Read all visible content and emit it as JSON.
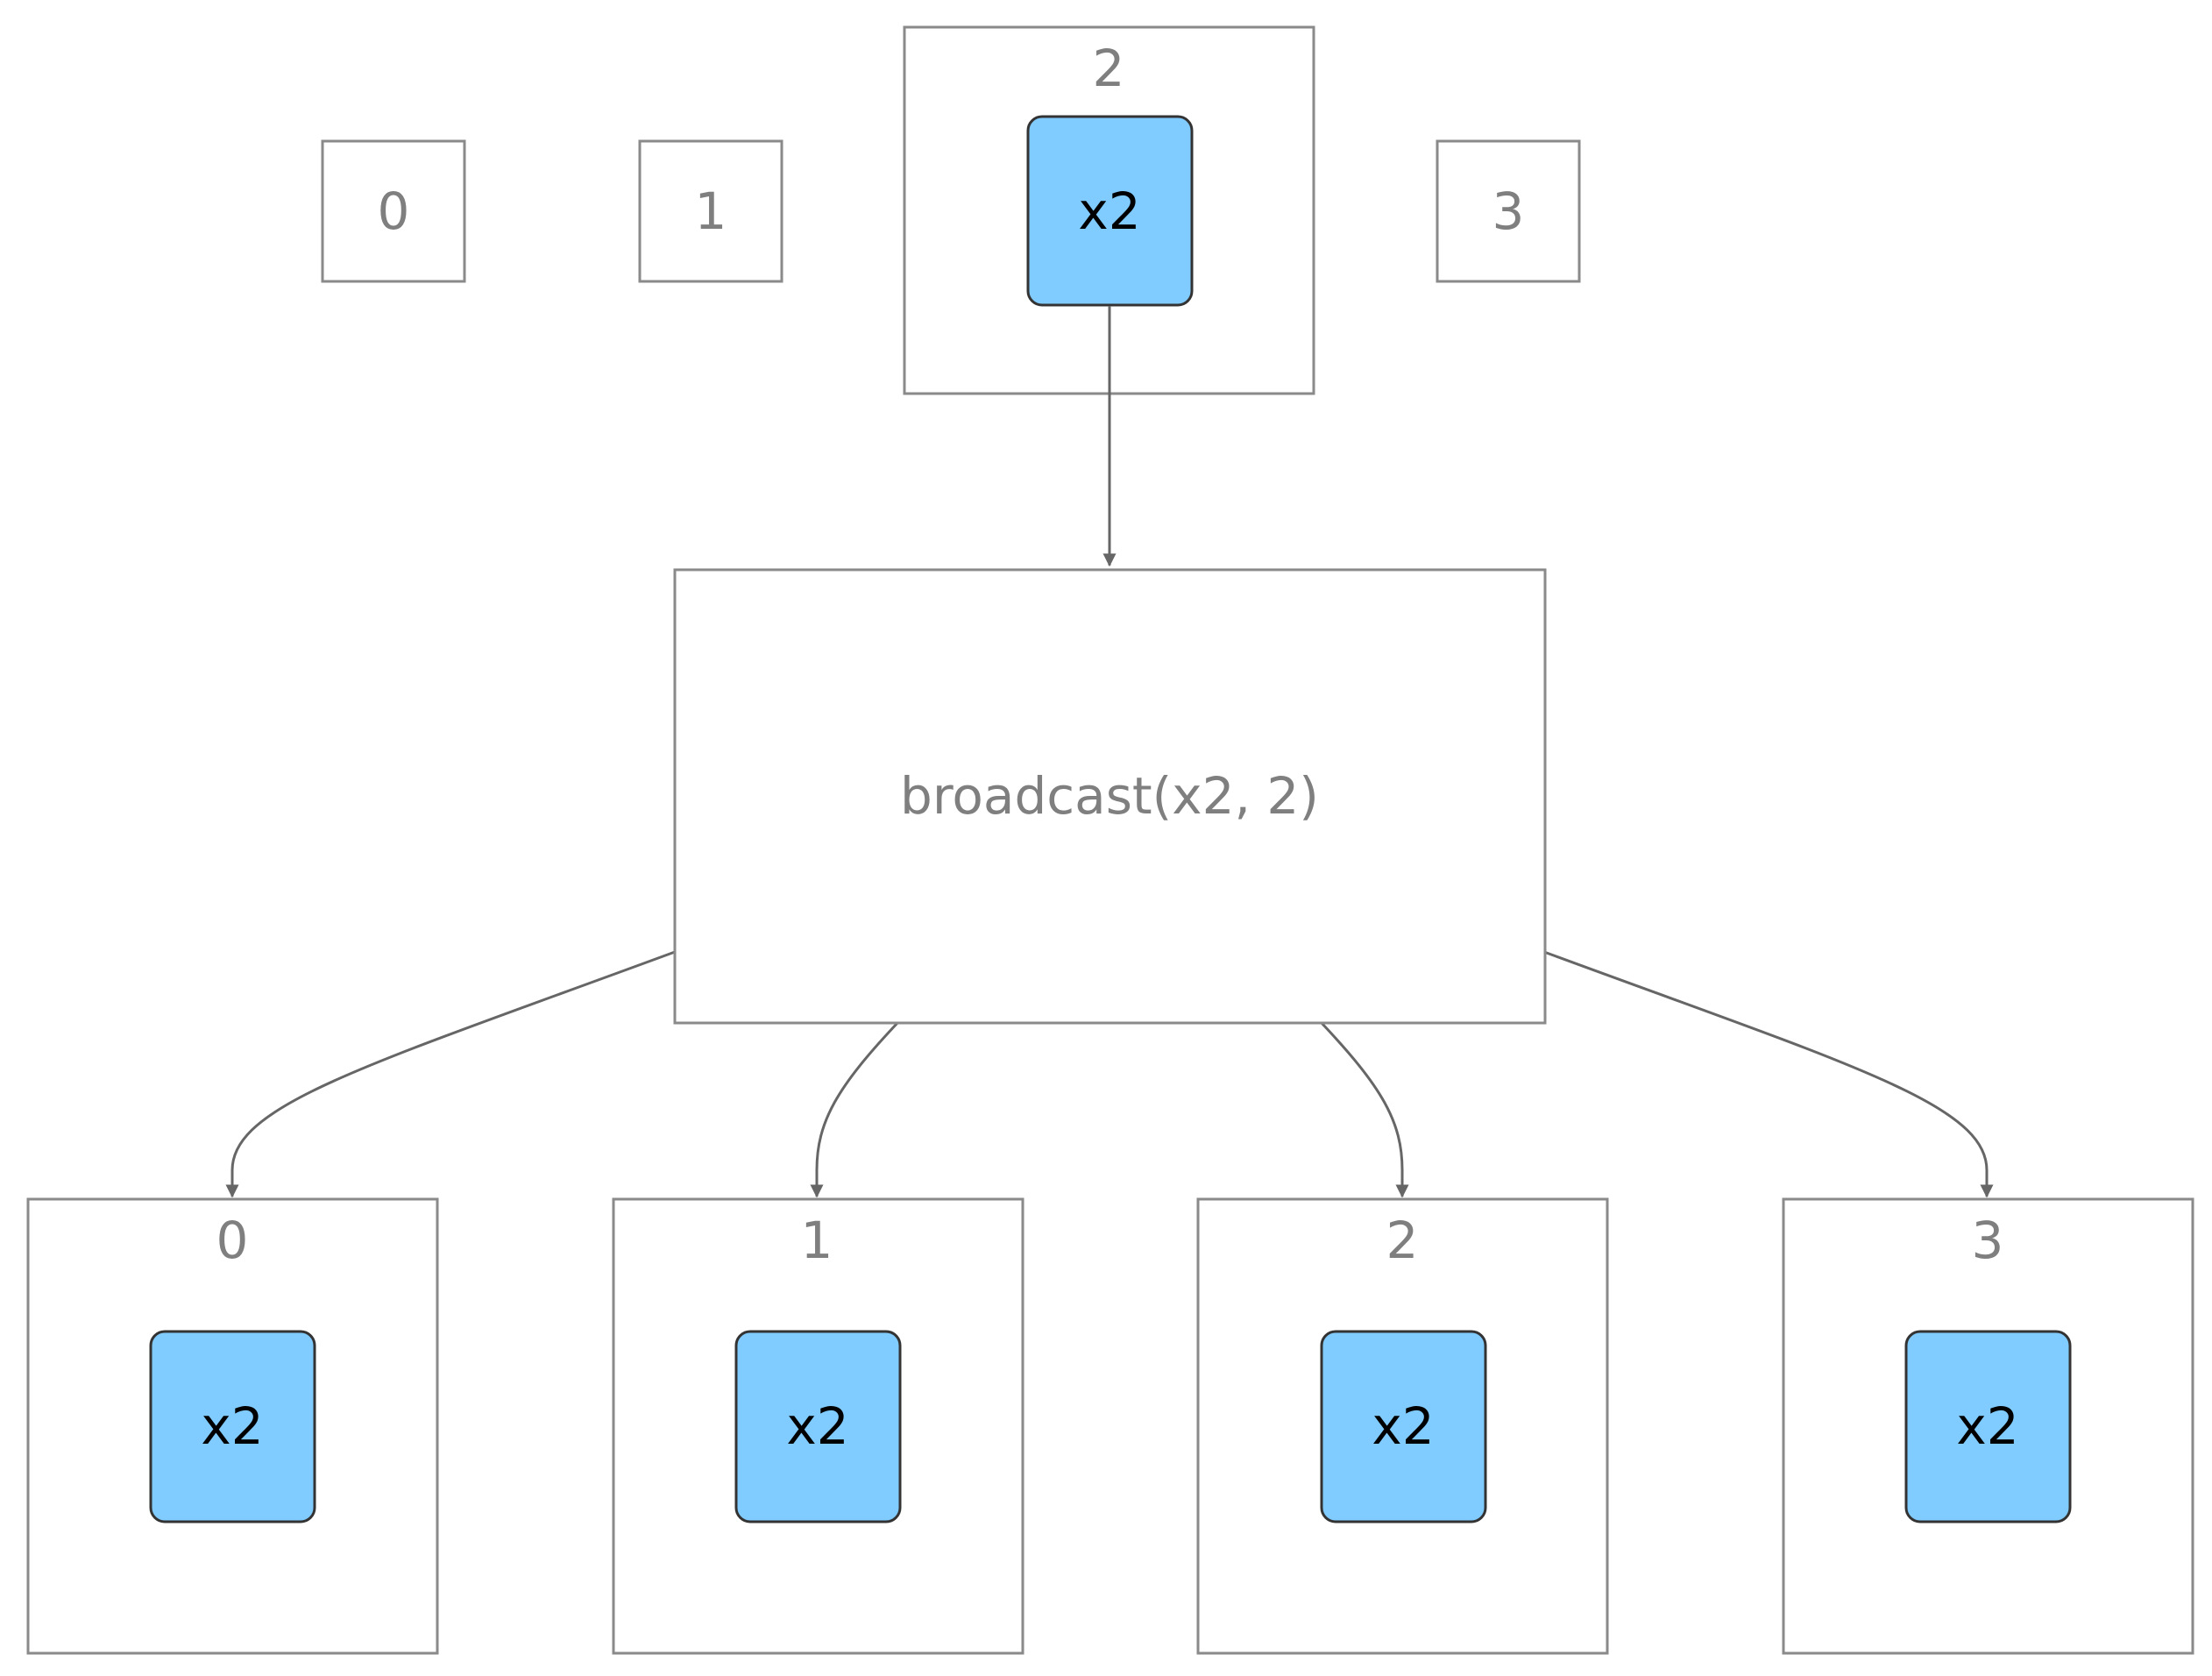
{
  "colors": {
    "rank_box_stroke": "#8a8a8a",
    "label_text": "#7f7f7f",
    "tensor_fill": "#80cbff",
    "tensor_stroke": "#333333",
    "tensor_text": "#000000",
    "edge": "#666666"
  },
  "top_row": {
    "ranks": [
      {
        "label": "0",
        "tensor": null
      },
      {
        "label": "1",
        "tensor": null
      },
      {
        "label": "2",
        "tensor": "x2"
      },
      {
        "label": "3",
        "tensor": null
      }
    ]
  },
  "operation": {
    "label": "broadcast(x2, 2)"
  },
  "bottom_row": {
    "ranks": [
      {
        "label": "0",
        "tensor": "x2"
      },
      {
        "label": "1",
        "tensor": "x2"
      },
      {
        "label": "2",
        "tensor": "x2"
      },
      {
        "label": "3",
        "tensor": "x2"
      }
    ]
  },
  "edges": [
    {
      "from": "top-rank-2-tensor",
      "to": "broadcast-op"
    },
    {
      "from": "broadcast-op",
      "to": "bottom-rank-0"
    },
    {
      "from": "broadcast-op",
      "to": "bottom-rank-1"
    },
    {
      "from": "broadcast-op",
      "to": "bottom-rank-2"
    },
    {
      "from": "broadcast-op",
      "to": "bottom-rank-3"
    }
  ]
}
